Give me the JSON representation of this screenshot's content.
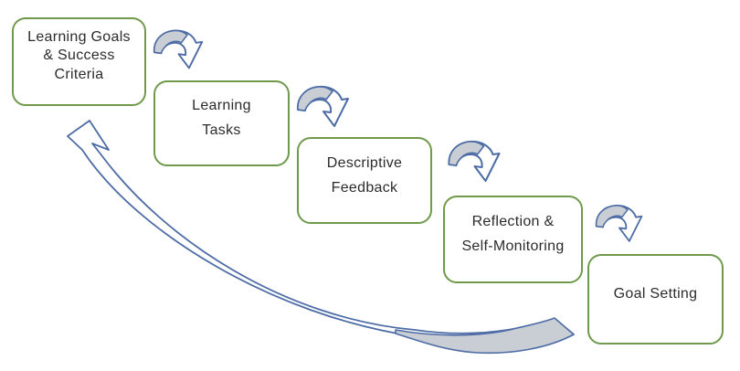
{
  "diagram": {
    "type": "flow-cycle",
    "colors": {
      "box_border": "#6f9a4b",
      "box_fill": "#ffffff",
      "text": "#2b2b2b",
      "arrow_stroke": "#4d6ca5",
      "arrow_gray": "#c9cdd4",
      "arrow_white": "#ffffff",
      "background": "#ffffff"
    },
    "boxes": [
      {
        "id": "learning-goals-success-criteria",
        "lines": [
          "Learning Goals",
          "& Success",
          "Criteria"
        ]
      },
      {
        "id": "learning-tasks",
        "lines": [
          "Learning",
          "Tasks"
        ]
      },
      {
        "id": "descriptive-feedback",
        "lines": [
          "Descriptive",
          "Feedback"
        ]
      },
      {
        "id": "reflection-self-monitoring",
        "lines": [
          "Reflection &",
          "Self-Monitoring"
        ]
      },
      {
        "id": "goal-setting",
        "lines": [
          "Goal Setting"
        ]
      }
    ],
    "icons": {
      "step_arrow": "curved-down-right-arrow-icon",
      "return_arrow": "sweep-back-loop-arrow-icon"
    }
  }
}
